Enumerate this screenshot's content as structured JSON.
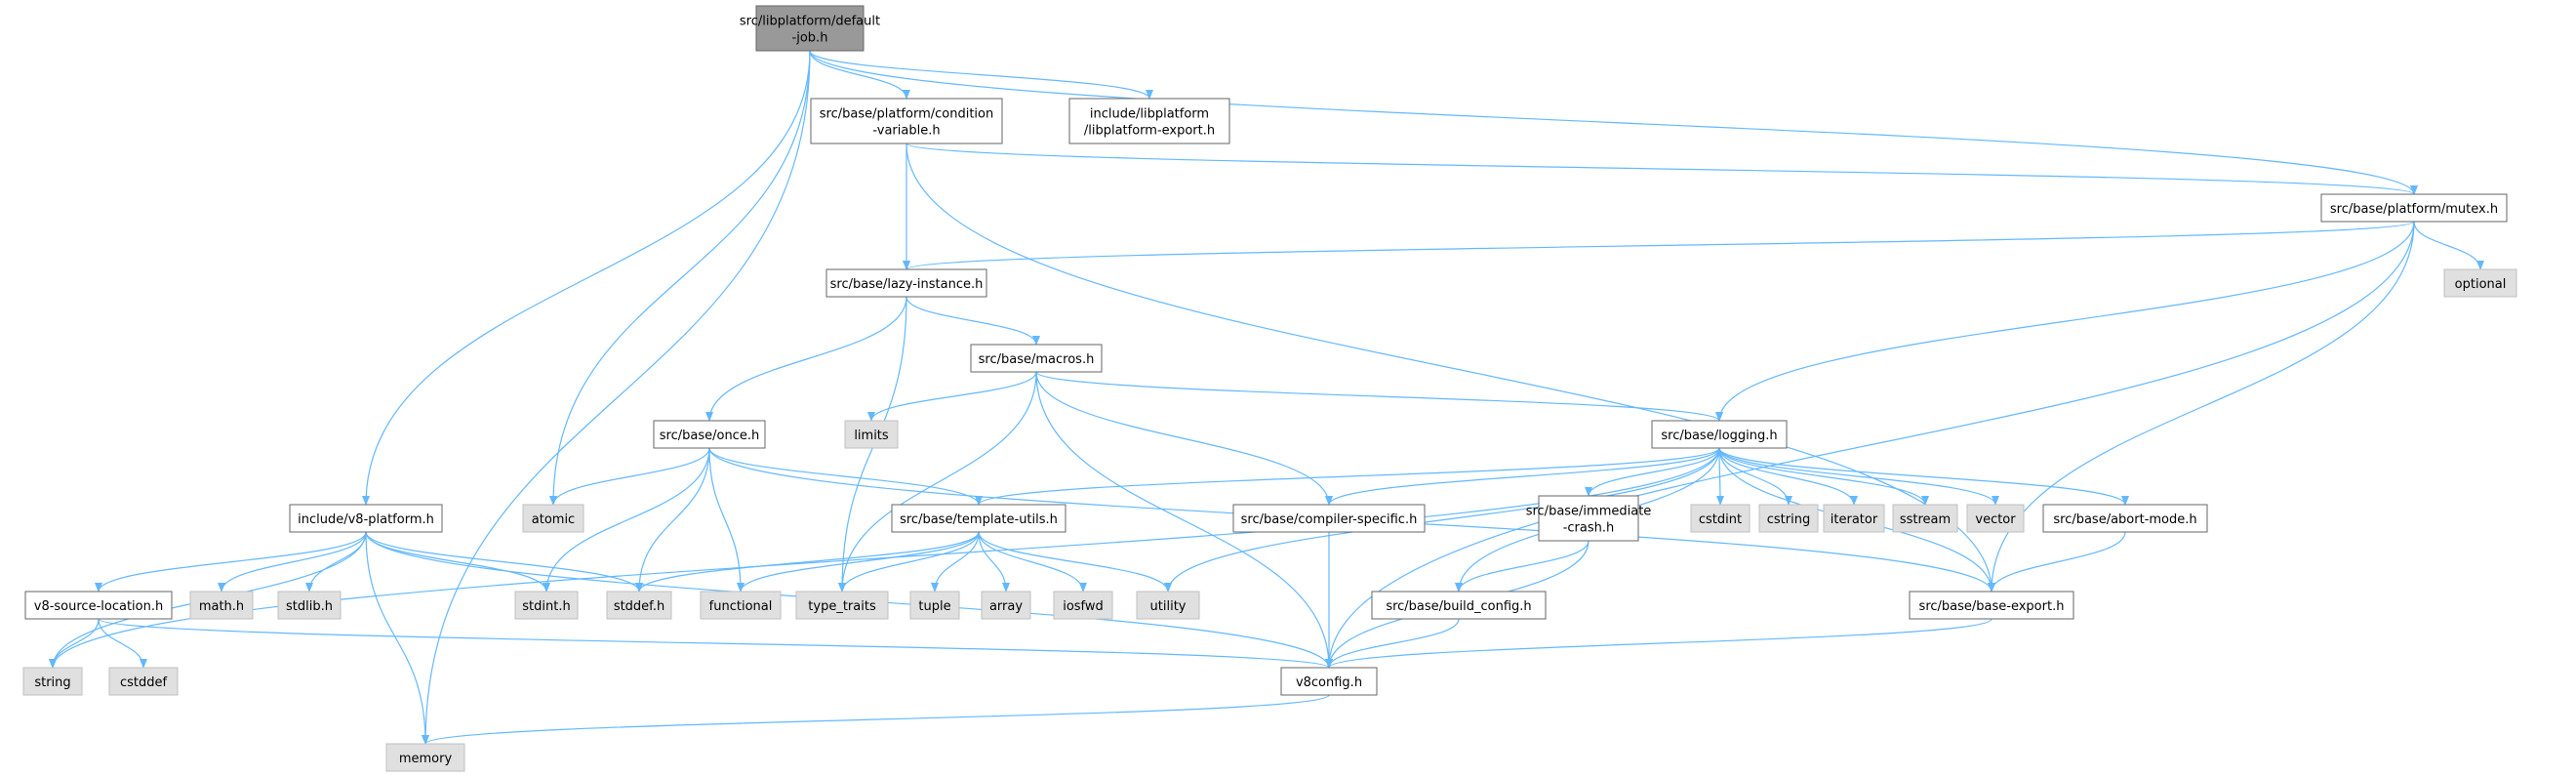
{
  "graph": {
    "colors": {
      "edge": "#63b8ff",
      "root_fill": "#999999",
      "node_fill": "#ffffff",
      "system_fill": "#e0e0e0",
      "node_stroke": "#666666",
      "text": "#000000"
    },
    "nodes": [
      {
        "id": "default_job",
        "lines": [
          "src/libplatform/default",
          "-job.h"
        ],
        "kind": "root"
      },
      {
        "id": "condition_variable",
        "lines": [
          "src/base/platform/condition",
          "-variable.h"
        ],
        "kind": "file"
      },
      {
        "id": "libplatform_export",
        "lines": [
          "include/libplatform",
          "/libplatform-export.h"
        ],
        "kind": "file"
      },
      {
        "id": "mutex",
        "lines": [
          "src/base/platform/mutex.h"
        ],
        "kind": "file"
      },
      {
        "id": "optional",
        "lines": [
          "optional"
        ],
        "kind": "system"
      },
      {
        "id": "lazy_instance",
        "lines": [
          "src/base/lazy-instance.h"
        ],
        "kind": "file"
      },
      {
        "id": "macros",
        "lines": [
          "src/base/macros.h"
        ],
        "kind": "file"
      },
      {
        "id": "limits",
        "lines": [
          "limits"
        ],
        "kind": "system"
      },
      {
        "id": "once",
        "lines": [
          "src/base/once.h"
        ],
        "kind": "file"
      },
      {
        "id": "logging",
        "lines": [
          "src/base/logging.h"
        ],
        "kind": "file"
      },
      {
        "id": "atomic",
        "lines": [
          "atomic"
        ],
        "kind": "system"
      },
      {
        "id": "v8_platform",
        "lines": [
          "include/v8-platform.h"
        ],
        "kind": "file"
      },
      {
        "id": "template_utils",
        "lines": [
          "src/base/template-utils.h"
        ],
        "kind": "file"
      },
      {
        "id": "compiler_specific",
        "lines": [
          "src/base/compiler-specific.h"
        ],
        "kind": "file"
      },
      {
        "id": "immediate_crash",
        "lines": [
          "src/base/immediate",
          "-crash.h"
        ],
        "kind": "file"
      },
      {
        "id": "cstdint",
        "lines": [
          "cstdint"
        ],
        "kind": "system"
      },
      {
        "id": "cstring",
        "lines": [
          "cstring"
        ],
        "kind": "system"
      },
      {
        "id": "iterator",
        "lines": [
          "iterator"
        ],
        "kind": "system"
      },
      {
        "id": "sstream",
        "lines": [
          "sstream"
        ],
        "kind": "system"
      },
      {
        "id": "vector",
        "lines": [
          "vector"
        ],
        "kind": "system"
      },
      {
        "id": "abort_mode",
        "lines": [
          "src/base/abort-mode.h"
        ],
        "kind": "file"
      },
      {
        "id": "v8_source_location",
        "lines": [
          "v8-source-location.h"
        ],
        "kind": "file"
      },
      {
        "id": "math_h",
        "lines": [
          "math.h"
        ],
        "kind": "system"
      },
      {
        "id": "stdlib_h",
        "lines": [
          "stdlib.h"
        ],
        "kind": "system"
      },
      {
        "id": "stdint_h",
        "lines": [
          "stdint.h"
        ],
        "kind": "system"
      },
      {
        "id": "stddef_h",
        "lines": [
          "stddef.h"
        ],
        "kind": "system"
      },
      {
        "id": "functional",
        "lines": [
          "functional"
        ],
        "kind": "system"
      },
      {
        "id": "type_traits",
        "lines": [
          "type_traits"
        ],
        "kind": "system"
      },
      {
        "id": "tuple",
        "lines": [
          "tuple"
        ],
        "kind": "system"
      },
      {
        "id": "array",
        "lines": [
          "array"
        ],
        "kind": "system"
      },
      {
        "id": "iosfwd",
        "lines": [
          "iosfwd"
        ],
        "kind": "system"
      },
      {
        "id": "utility",
        "lines": [
          "utility"
        ],
        "kind": "system"
      },
      {
        "id": "build_config",
        "lines": [
          "src/base/build_config.h"
        ],
        "kind": "file"
      },
      {
        "id": "base_export",
        "lines": [
          "src/base/base-export.h"
        ],
        "kind": "file"
      },
      {
        "id": "string",
        "lines": [
          "string"
        ],
        "kind": "system"
      },
      {
        "id": "cstddef",
        "lines": [
          "cstddef"
        ],
        "kind": "system"
      },
      {
        "id": "v8config",
        "lines": [
          "v8config.h"
        ],
        "kind": "file"
      },
      {
        "id": "memory",
        "lines": [
          "memory"
        ],
        "kind": "system"
      }
    ],
    "edges": [
      {
        "from": "default_job",
        "to": "condition_variable"
      },
      {
        "from": "default_job",
        "to": "libplatform_export"
      },
      {
        "from": "default_job",
        "to": "mutex"
      },
      {
        "from": "default_job",
        "to": "v8_platform"
      },
      {
        "from": "default_job",
        "to": "atomic"
      },
      {
        "from": "default_job",
        "to": "memory"
      },
      {
        "from": "condition_variable",
        "to": "lazy_instance"
      },
      {
        "from": "condition_variable",
        "to": "mutex"
      },
      {
        "from": "condition_variable",
        "to": "base_export"
      },
      {
        "from": "mutex",
        "to": "lazy_instance"
      },
      {
        "from": "mutex",
        "to": "logging"
      },
      {
        "from": "mutex",
        "to": "optional"
      },
      {
        "from": "mutex",
        "to": "base_export"
      },
      {
        "from": "mutex",
        "to": "v8config"
      },
      {
        "from": "lazy_instance",
        "to": "macros"
      },
      {
        "from": "lazy_instance",
        "to": "once"
      },
      {
        "from": "lazy_instance",
        "to": "type_traits"
      },
      {
        "from": "macros",
        "to": "limits"
      },
      {
        "from": "macros",
        "to": "logging"
      },
      {
        "from": "macros",
        "to": "compiler_specific"
      },
      {
        "from": "macros",
        "to": "type_traits"
      },
      {
        "from": "macros",
        "to": "v8config"
      },
      {
        "from": "once",
        "to": "atomic"
      },
      {
        "from": "once",
        "to": "template_utils"
      },
      {
        "from": "once",
        "to": "stdint_h"
      },
      {
        "from": "once",
        "to": "stddef_h"
      },
      {
        "from": "once",
        "to": "functional"
      },
      {
        "from": "once",
        "to": "base_export"
      },
      {
        "from": "logging",
        "to": "template_utils"
      },
      {
        "from": "logging",
        "to": "compiler_specific"
      },
      {
        "from": "logging",
        "to": "immediate_crash"
      },
      {
        "from": "logging",
        "to": "cstdint"
      },
      {
        "from": "logging",
        "to": "cstring"
      },
      {
        "from": "logging",
        "to": "iterator"
      },
      {
        "from": "logging",
        "to": "sstream"
      },
      {
        "from": "logging",
        "to": "vector"
      },
      {
        "from": "logging",
        "to": "abort_mode"
      },
      {
        "from": "logging",
        "to": "build_config"
      },
      {
        "from": "logging",
        "to": "base_export"
      },
      {
        "from": "logging",
        "to": "string"
      },
      {
        "from": "logging",
        "to": "utility"
      },
      {
        "from": "v8_platform",
        "to": "v8_source_location"
      },
      {
        "from": "v8_platform",
        "to": "math_h"
      },
      {
        "from": "v8_platform",
        "to": "stdlib_h"
      },
      {
        "from": "v8_platform",
        "to": "stdint_h"
      },
      {
        "from": "v8_platform",
        "to": "stddef_h"
      },
      {
        "from": "v8_platform",
        "to": "string"
      },
      {
        "from": "v8_platform",
        "to": "memory"
      },
      {
        "from": "v8_platform",
        "to": "v8config"
      },
      {
        "from": "template_utils",
        "to": "stddef_h"
      },
      {
        "from": "template_utils",
        "to": "functional"
      },
      {
        "from": "template_utils",
        "to": "type_traits"
      },
      {
        "from": "template_utils",
        "to": "tuple"
      },
      {
        "from": "template_utils",
        "to": "array"
      },
      {
        "from": "template_utils",
        "to": "iosfwd"
      },
      {
        "from": "template_utils",
        "to": "utility"
      },
      {
        "from": "compiler_specific",
        "to": "v8config"
      },
      {
        "from": "immediate_crash",
        "to": "build_config"
      },
      {
        "from": "immediate_crash",
        "to": "v8config"
      },
      {
        "from": "abort_mode",
        "to": "base_export"
      },
      {
        "from": "build_config",
        "to": "v8config"
      },
      {
        "from": "base_export",
        "to": "v8config"
      },
      {
        "from": "v8_source_location",
        "to": "string"
      },
      {
        "from": "v8_source_location",
        "to": "cstddef"
      },
      {
        "from": "v8_source_location",
        "to": "v8config"
      },
      {
        "from": "v8config",
        "to": "memory"
      }
    ]
  }
}
